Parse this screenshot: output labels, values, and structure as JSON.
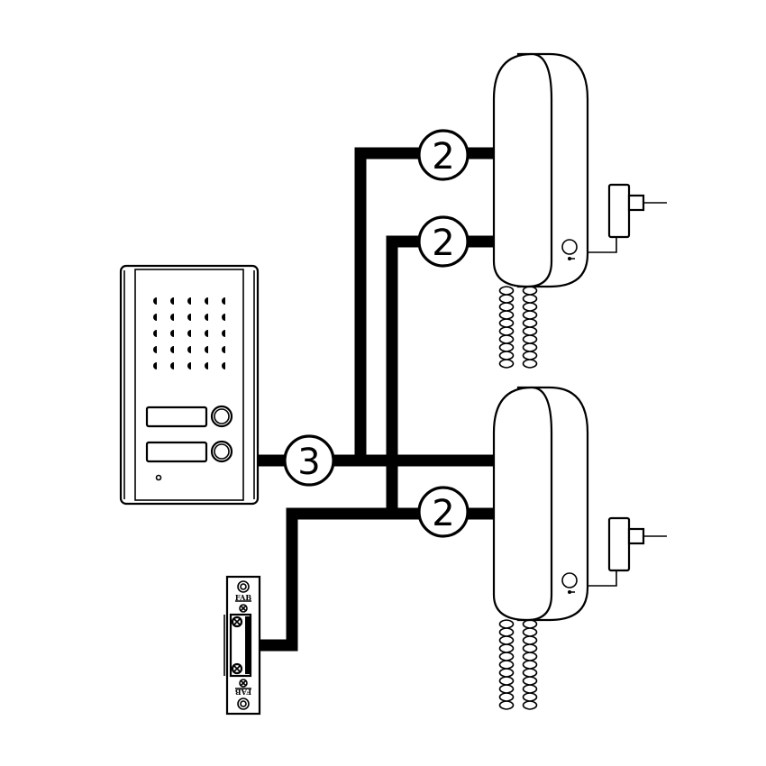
{
  "colors": {
    "ink": "#000000",
    "background": "#ffffff"
  },
  "connections": [
    {
      "id": "panel-to-hub",
      "wires": "3"
    },
    {
      "id": "hub-to-handset-top-1",
      "wires": "2"
    },
    {
      "id": "hub-to-handset-top-2",
      "wires": "2"
    },
    {
      "id": "hub-to-handset-bottom",
      "wires": "2"
    }
  ],
  "door_strike": {
    "brand_top": "FAB",
    "brand_bottom": "FAB"
  }
}
